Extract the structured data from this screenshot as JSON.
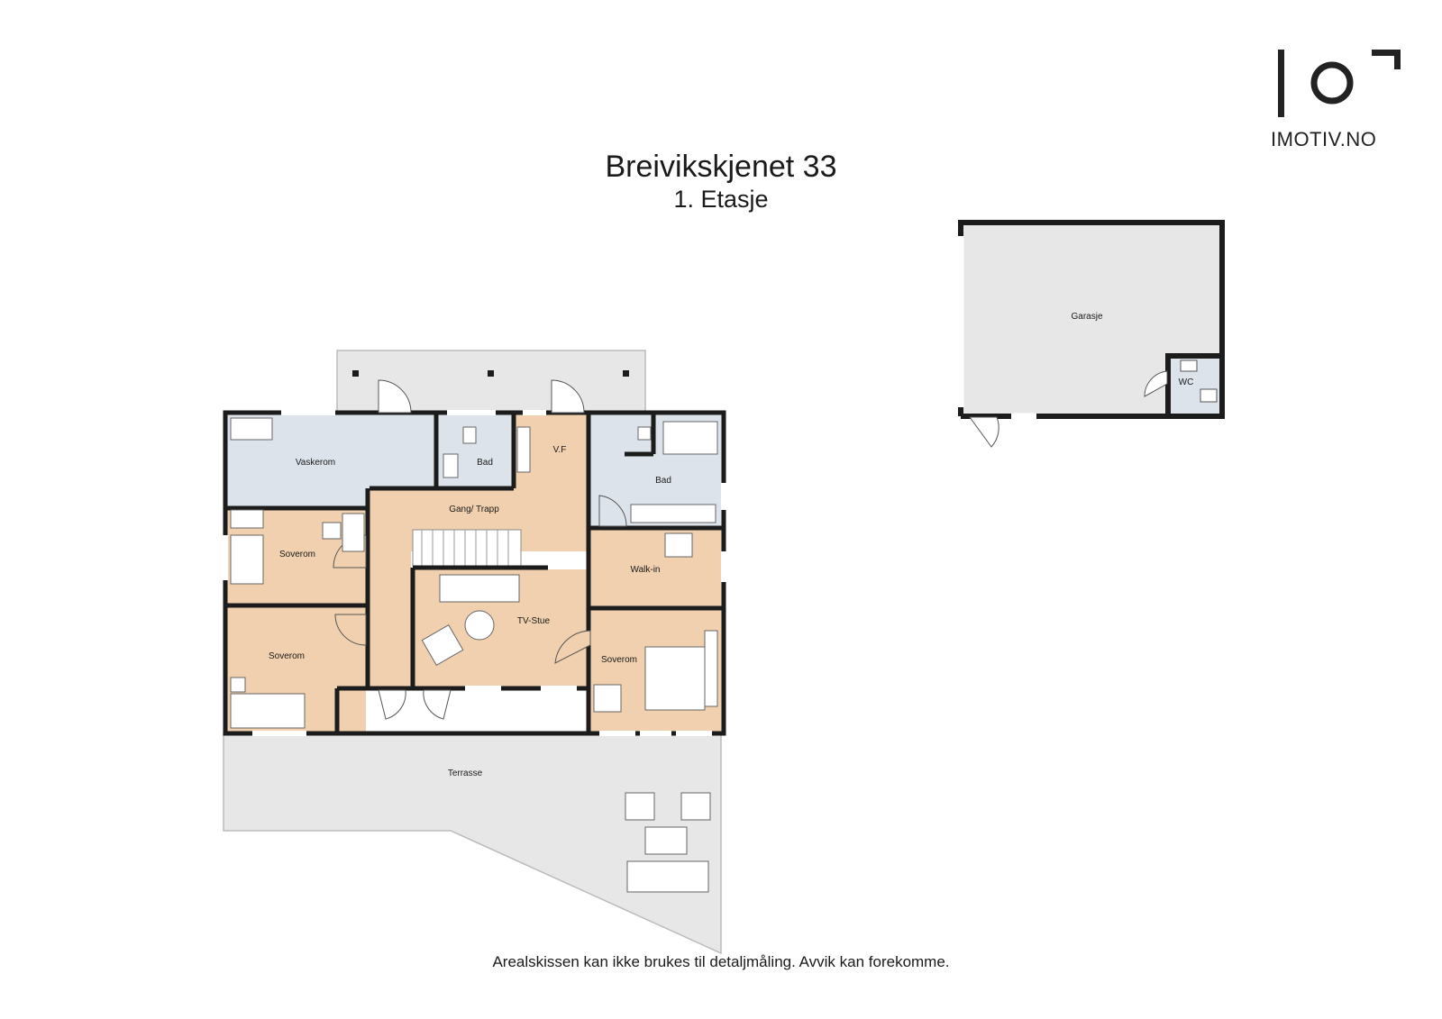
{
  "logo": {
    "brand": "IMOTIV.NO",
    "icon": "io-logo-icon"
  },
  "header": {
    "title": "Breivikskjenet 33",
    "floor": "1. Etasje"
  },
  "rooms": {
    "vaskerom": "Vaskerom",
    "bad_small": "Bad",
    "vf": "V.F",
    "bad_large": "Bad",
    "gang_trapp": "Gang/ Trapp",
    "soverom_1": "Soverom",
    "walk_in": "Walk-in",
    "tv_stue": "TV-Stue",
    "soverom_2": "Soverom",
    "soverom_3": "Soverom",
    "terrasse": "Terrasse",
    "garasje": "Garasje",
    "wc": "WC"
  },
  "footer": {
    "disclaimer": "Arealskissen kan ikke brukes til detaljmåling. Avvik kan forekomme."
  },
  "colors": {
    "wet_room": "#dde3ea",
    "living": "#f0d0ae",
    "outdoor": "#e7e7e7",
    "walls": "#1c1c1c"
  }
}
